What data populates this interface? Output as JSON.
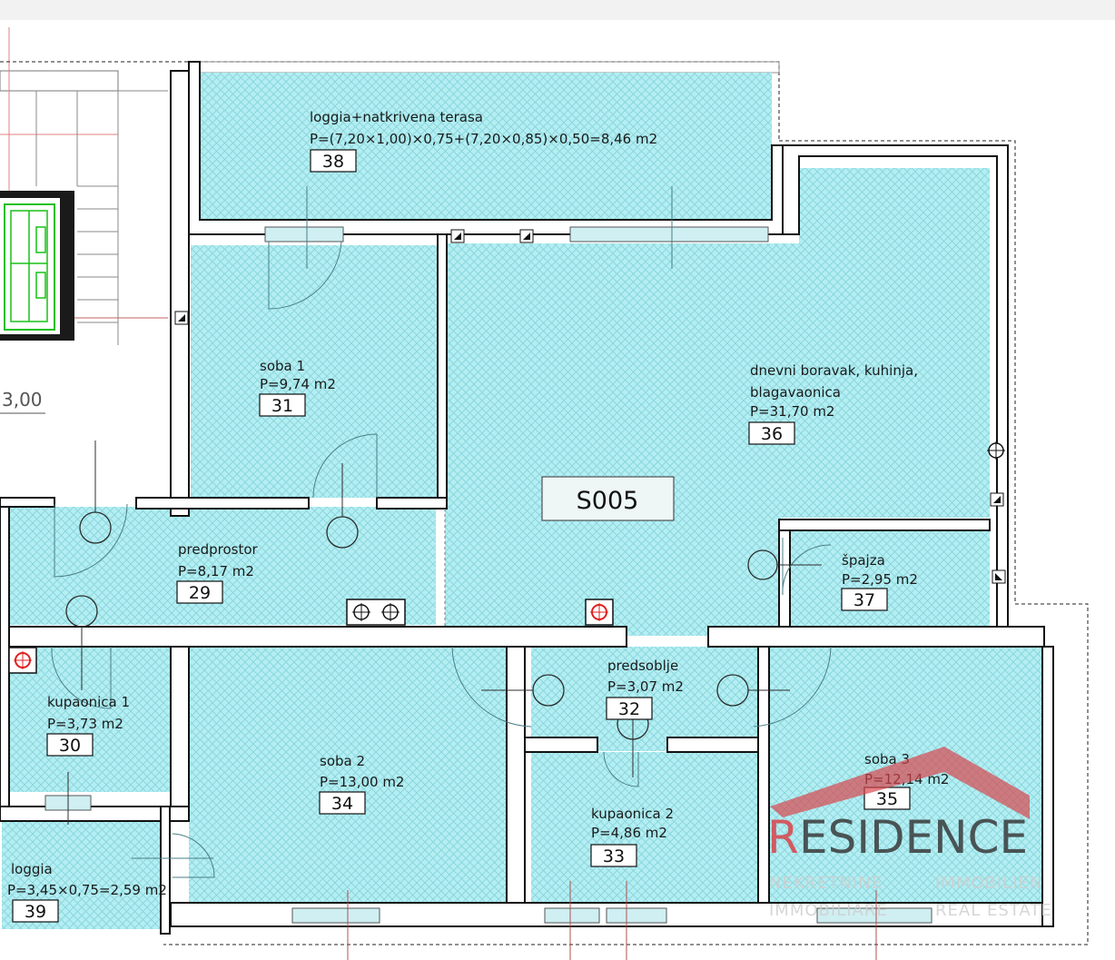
{
  "level_label": "3,00",
  "unit_label": "S005",
  "rooms": [
    {
      "id": "38",
      "name": "loggia+natkrivena terasa",
      "area": "P=(7,20×1,00)×0,75+(7,20×0,85)×0,50=8,46 m2"
    },
    {
      "id": "31",
      "name": "soba 1",
      "area": "P=9,74 m2"
    },
    {
      "id": "36",
      "name": "dnevni boravak, kuhinja,",
      "name2": "blagavaonica",
      "area": "P=31,70 m2"
    },
    {
      "id": "29",
      "name": "predprostor",
      "area": "P=8,17 m2"
    },
    {
      "id": "37",
      "name": "špajza",
      "area": "P=2,95 m2"
    },
    {
      "id": "32",
      "name": "predsoblje",
      "area": "P=3,07 m2"
    },
    {
      "id": "30",
      "name": "kupaonica 1",
      "area": "P=3,73 m2"
    },
    {
      "id": "34",
      "name": "soba 2",
      "area": "P=13,00 m2"
    },
    {
      "id": "33",
      "name": "kupaonica 2",
      "area": "P=4,86 m2"
    },
    {
      "id": "35",
      "name": "soba 3",
      "area": "P=12,14 m2"
    },
    {
      "id": "39",
      "name": "loggia",
      "area": "P=3,45×0,75=2,59 m2"
    }
  ],
  "watermark": {
    "brand_first": "R",
    "brand_rest": "ESIDENCE",
    "line1_left": "NEKRETNINE",
    "line1_right": "IMMOBILIEN",
    "line2_left": "IMMOBILIARE",
    "line2_right": "REAL ESTATE",
    "brand_color": "#d9434a"
  },
  "colors": {
    "room_fill": "#b3eef2",
    "wall": "#111111",
    "hatch": "#7fcfd6"
  }
}
